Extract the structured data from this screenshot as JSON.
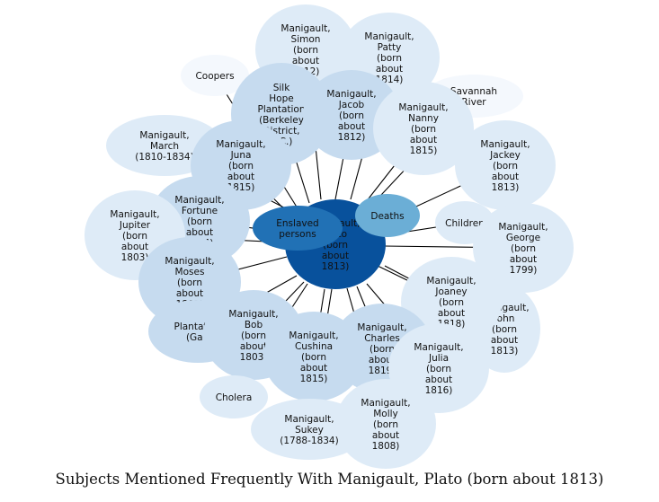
{
  "caption": "Subjects Mentioned Frequently With Manigault, Plato (born about 1813)",
  "colors": {
    "center": "#08519c",
    "enslaved": "#2171b5",
    "deaths": "#6baed6",
    "light": "#c6dbef",
    "pale": "#deebf7",
    "faint": "#f4f8fd",
    "line": "#000000"
  },
  "center": {
    "label": [
      "Manigault,",
      "Plato",
      "(born",
      "about",
      "1813)"
    ]
  },
  "nodes": [
    {
      "id": "simon",
      "label": [
        "Manigault,",
        "Simon",
        "(born",
        "about",
        "1812)"
      ],
      "tone": "pale"
    },
    {
      "id": "patty",
      "label": [
        "Manigault,",
        "Patty",
        "(born",
        "about",
        "1814)"
      ],
      "tone": "pale"
    },
    {
      "id": "coopers",
      "label": [
        "Coopers"
      ],
      "tone": "faint"
    },
    {
      "id": "savannah-river",
      "label": [
        "Savannah",
        "River"
      ],
      "tone": "faint"
    },
    {
      "id": "silk-hope",
      "label": [
        "Silk",
        "Hope",
        "Plantation",
        "(Berkeley",
        "District,",
        "S.C.)"
      ],
      "tone": "light"
    },
    {
      "id": "jacob",
      "label": [
        "Manigault,",
        "Jacob",
        "(born",
        "about",
        "1812)"
      ],
      "tone": "light"
    },
    {
      "id": "nanny",
      "label": [
        "Manigault,",
        "Nanny",
        "(born",
        "about",
        "1815)"
      ],
      "tone": "pale"
    },
    {
      "id": "march",
      "label": [
        "Manigault,",
        "March",
        "(1810-1834)"
      ],
      "tone": "pale"
    },
    {
      "id": "juna",
      "label": [
        "Manigault,",
        "Juna",
        "(born",
        "about",
        "1815)"
      ],
      "tone": "light"
    },
    {
      "id": "jackey",
      "label": [
        "Manigault,",
        "Jackey",
        "(born",
        "about",
        "1813)"
      ],
      "tone": "pale"
    },
    {
      "id": "fortune",
      "label": [
        "Manigault,",
        "Fortune",
        "(born",
        "about",
        "1814)"
      ],
      "tone": "light"
    },
    {
      "id": "children",
      "label": [
        "Children"
      ],
      "tone": "pale"
    },
    {
      "id": "jupiter",
      "label": [
        "Manigault,",
        "Jupiter",
        "(born",
        "about",
        "1803)"
      ],
      "tone": "pale"
    },
    {
      "id": "enslaved-persons",
      "label": [
        "Enslaved",
        "persons"
      ],
      "tone": "enslaved"
    },
    {
      "id": "deaths",
      "label": [
        "Deaths"
      ],
      "tone": "deaths"
    },
    {
      "id": "george",
      "label": [
        "Manigault,",
        "George",
        "(born",
        "about",
        "1799)"
      ],
      "tone": "pale"
    },
    {
      "id": "moses",
      "label": [
        "Manigault,",
        "Moses",
        "(born",
        "about",
        "1803)"
      ],
      "tone": "light"
    },
    {
      "id": "john",
      "label": [
        "Manigault,",
        "John",
        "(born",
        "about",
        "1813)"
      ],
      "tone": "pale"
    },
    {
      "id": "joaney",
      "label": [
        "Manigault,",
        "Joaney",
        "(born",
        "about",
        "1818)"
      ],
      "tone": "pale"
    },
    {
      "id": "plantation",
      "label": [
        "Plantation",
        "(Ga.)"
      ],
      "tone": "light"
    },
    {
      "id": "bob",
      "label": [
        "Manigault,",
        "Bob",
        "(born",
        "about",
        "1803)"
      ],
      "tone": "light"
    },
    {
      "id": "charles",
      "label": [
        "Manigault,",
        "Charles",
        "(born",
        "about",
        "1819)"
      ],
      "tone": "light"
    },
    {
      "id": "cushina",
      "label": [
        "Manigault,",
        "Cushina",
        "(born",
        "about",
        "1815)"
      ],
      "tone": "light"
    },
    {
      "id": "julia",
      "label": [
        "Manigault,",
        "Julia",
        "(born",
        "about",
        "1816)"
      ],
      "tone": "pale"
    },
    {
      "id": "cholera",
      "label": [
        "Cholera"
      ],
      "tone": "pale"
    },
    {
      "id": "molly",
      "label": [
        "Manigault,",
        "Molly",
        "(born",
        "about",
        "1808)"
      ],
      "tone": "pale"
    },
    {
      "id": "sukey",
      "label": [
        "Manigault,",
        "Sukey",
        "(1788-1834)"
      ],
      "tone": "pale"
    }
  ]
}
